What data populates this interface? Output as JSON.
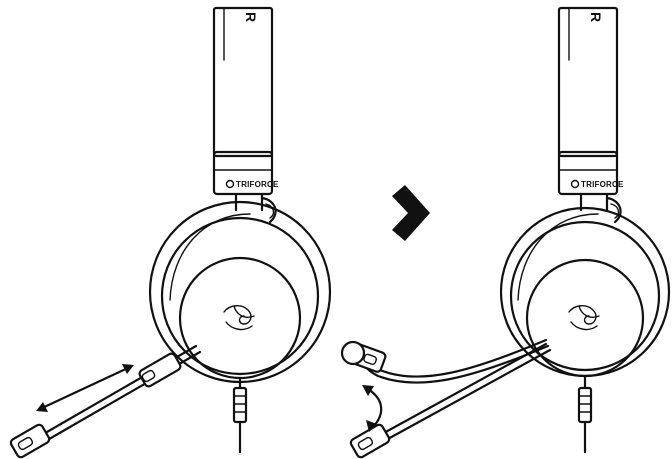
{
  "headset_left": {
    "band_logo_text": "R",
    "brand_text": "TRIFORCE"
  },
  "headset_right": {
    "band_logo_text": "R",
    "brand_text": "TRIFORCE"
  },
  "icons": {
    "arrow": "chevron-right-icon",
    "slide": "double-arrow-icon",
    "rotate": "curved-double-arrow-icon"
  }
}
